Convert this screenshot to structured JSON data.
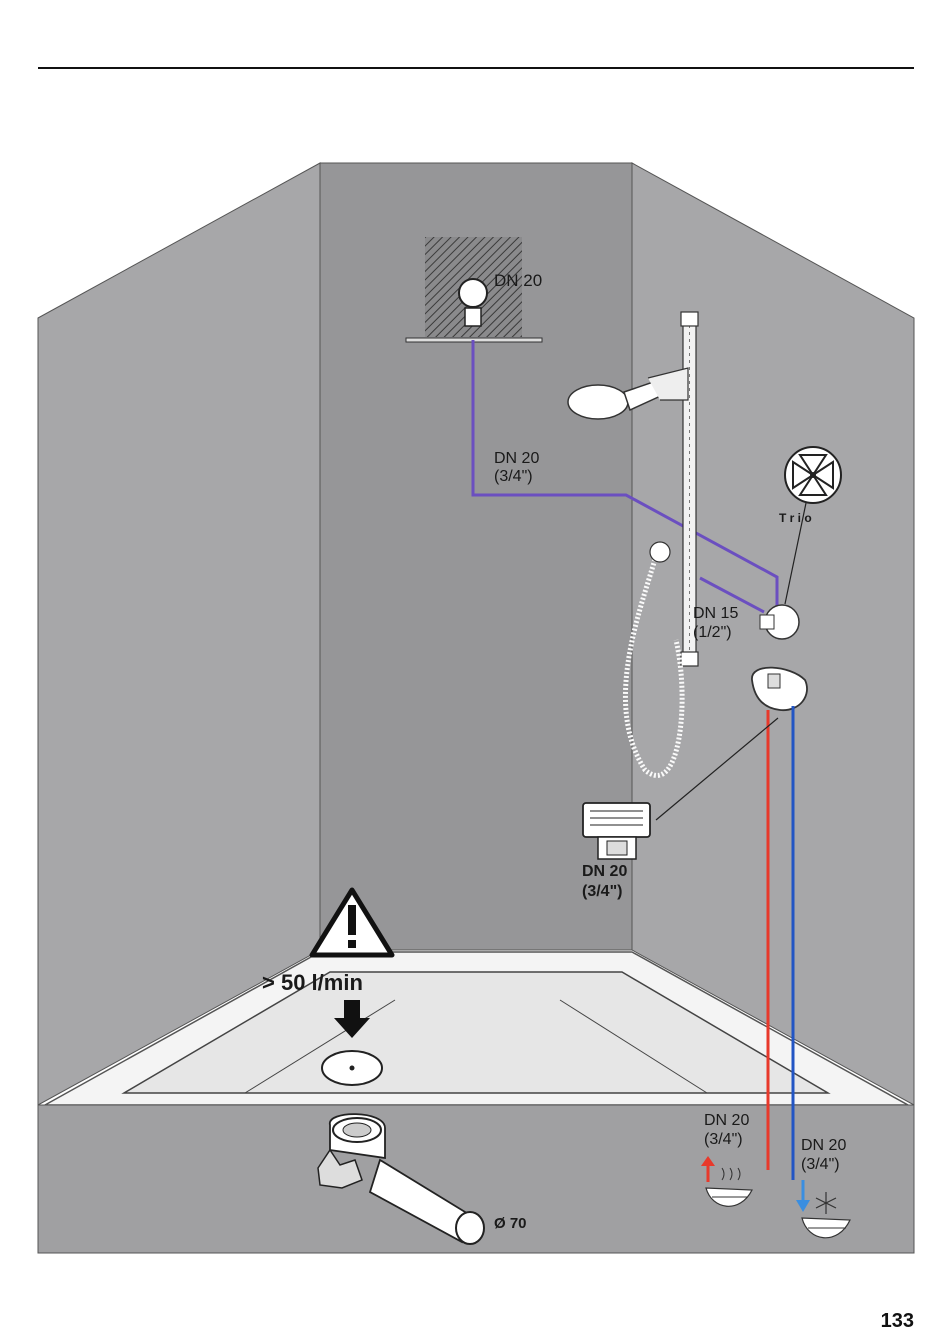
{
  "labels": {
    "head_shower_conn": "DN 20",
    "supply_line_size": "DN 20",
    "supply_line_inch": "(3/4\")",
    "trio_label": "T r i o",
    "branch_size": "DN 15",
    "branch_inch": "(1/2\")",
    "fitting_size": "DN 20",
    "fitting_inch": "(3/4\")",
    "flow_rate": "> 50 l/min",
    "hot_size": "DN 20",
    "hot_inch": "(3/4\")",
    "cold_size": "DN 20",
    "cold_inch": "(3/4\")",
    "drain_diameter": "Ø 70"
  },
  "page_number": "133",
  "colors": {
    "wall_side": "#a7a7a9",
    "wall_back": "#989899",
    "tray_front": "#a0a0a2",
    "supply_pipe": "#6b4fc0",
    "hot_pipe": "#e8392b",
    "cold_pipe": "#2255c4",
    "outline": "#222222"
  },
  "icons": {
    "warning": "warning-triangle-icon",
    "arrow": "down-arrow-icon",
    "hot": "hot-water-icon",
    "cold": "cold-water-icon",
    "trio": "trio-valve-icon"
  }
}
